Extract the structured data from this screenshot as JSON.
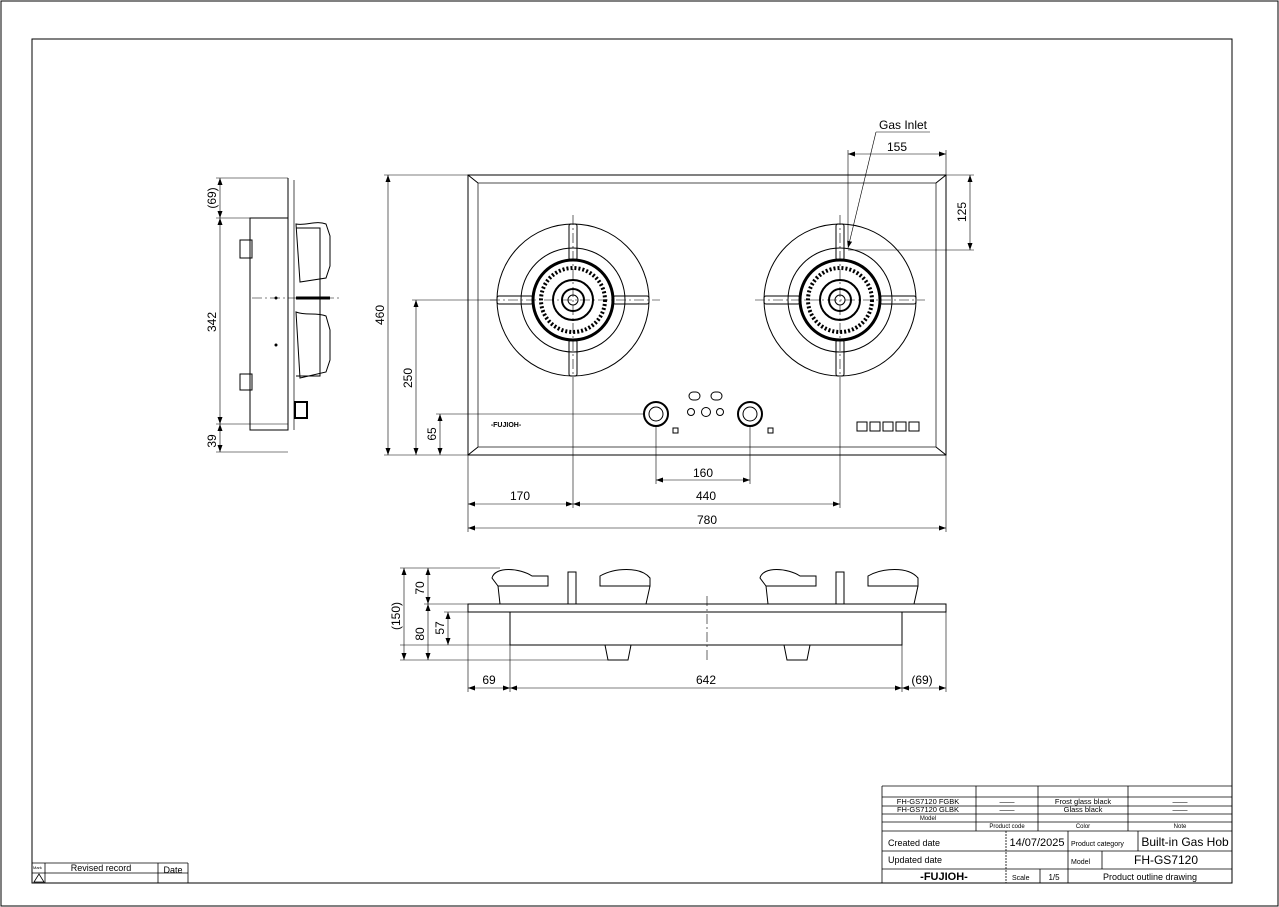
{
  "top_view": {
    "dim_780": "780",
    "dim_440": "440",
    "dim_170": "170",
    "dim_160": "160",
    "dim_460": "460",
    "dim_250": "250",
    "dim_65": "65",
    "dim_155": "155",
    "dim_125": "125",
    "gas_inlet_label": "Gas Inlet",
    "brand_mark": "-FUJIOH-"
  },
  "side_view": {
    "dim_69": "(69)",
    "dim_342": "342",
    "dim_39": "39"
  },
  "front_view": {
    "dim_150": "(150)",
    "dim_70": "70",
    "dim_80": "80",
    "dim_57": "57",
    "dim_69": "69",
    "dim_642": "642",
    "dim_69b": "(69)"
  },
  "title_block": {
    "rows": [
      {
        "model": "FH-GS7120 FGBK",
        "code": "——",
        "color": "Frost glass black",
        "note": "——"
      },
      {
        "model": "FH-GS7120 GLBK",
        "code": "——",
        "color": "Glass black",
        "note": "——"
      }
    ],
    "header_model": "Model",
    "header_code": "Product code",
    "header_color": "Color",
    "header_note": "Note",
    "created_label": "Created date",
    "created_value": "14/07/2025",
    "category_label": "Product category",
    "category_value": "Built-in Gas Hob",
    "updated_label": "Updated date",
    "model_label": "Model",
    "model_value": "FH-GS7120",
    "brand": "-FUJIOH-",
    "scale_label": "Scale",
    "scale_value": "1/5",
    "drawing_title": "Product outline drawing"
  },
  "revision_block": {
    "mark_label": "Mark",
    "revised_label": "Revised record",
    "date_label": "Date"
  }
}
